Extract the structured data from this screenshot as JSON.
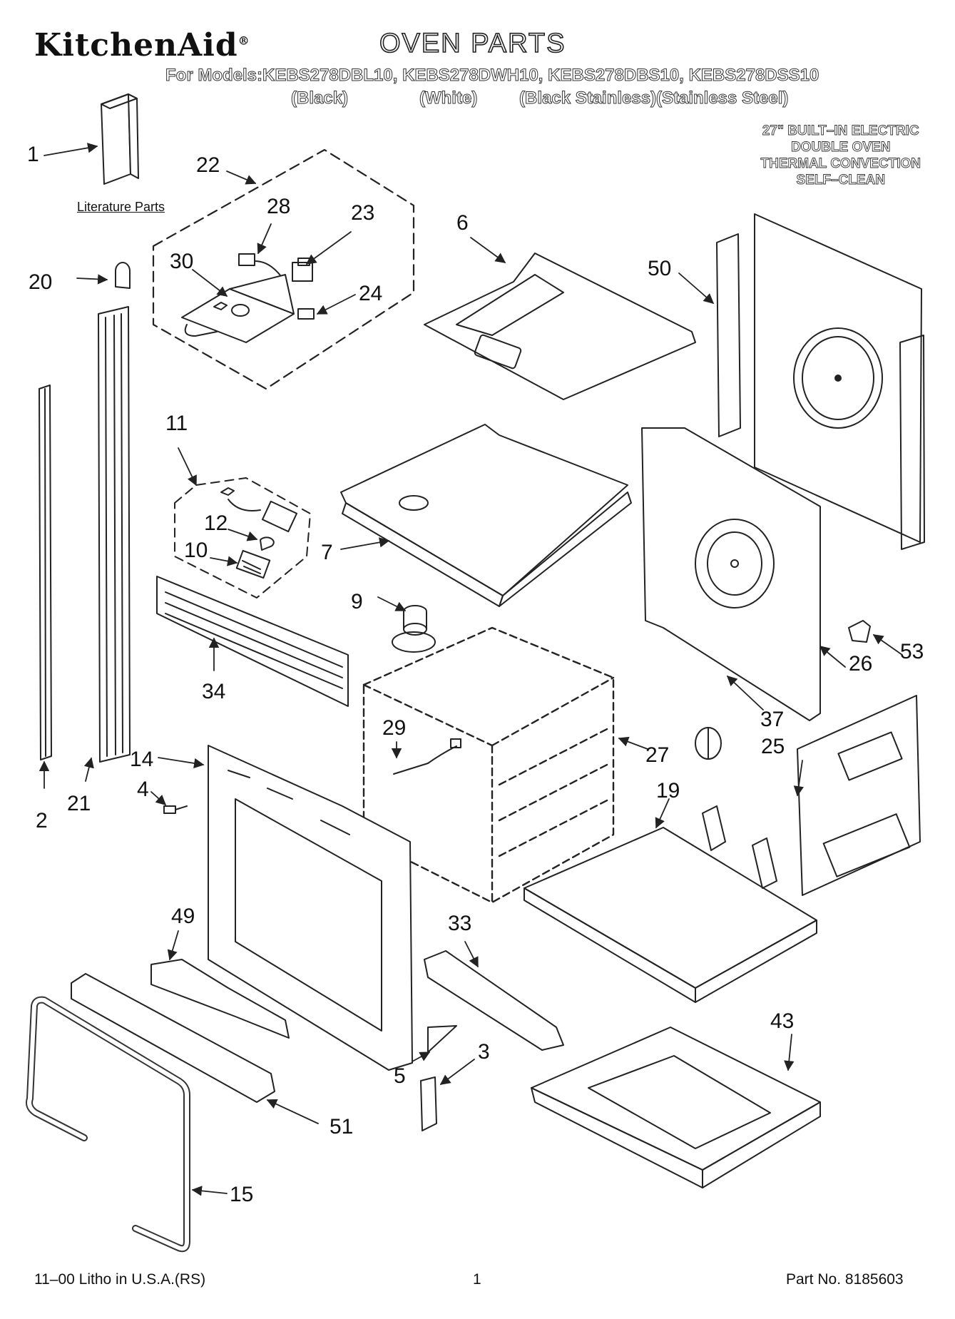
{
  "header": {
    "brand": "KitchenAid",
    "brand_mark": "®",
    "title": "OVEN PARTS",
    "models_line": "For Models:KEBS278DBL10, KEBS278DWH10, KEBS278DBS10, KEBS278DSS10",
    "colors": [
      "(Black)",
      "(White)",
      "(Black Stainless)",
      "(Stainless Steel)"
    ]
  },
  "spec": [
    "27\" BUILT–IN ELECTRIC",
    "DOUBLE OVEN",
    "THERMAL CONVECTION",
    "SELF–CLEAN"
  ],
  "literature_label": "Literature Parts",
  "callouts": [
    "1",
    "22",
    "28",
    "23",
    "6",
    "50",
    "20",
    "30",
    "24",
    "11",
    "12",
    "10",
    "7",
    "9",
    "53",
    "26",
    "34",
    "37",
    "25",
    "29",
    "27",
    "14",
    "4",
    "19",
    "2",
    "21",
    "49",
    "33",
    "43",
    "3",
    "5",
    "51",
    "15"
  ],
  "footer": {
    "left": "11–00 Litho in U.S.A.(RS)",
    "page": "1",
    "right": "Part No. 8185603"
  }
}
